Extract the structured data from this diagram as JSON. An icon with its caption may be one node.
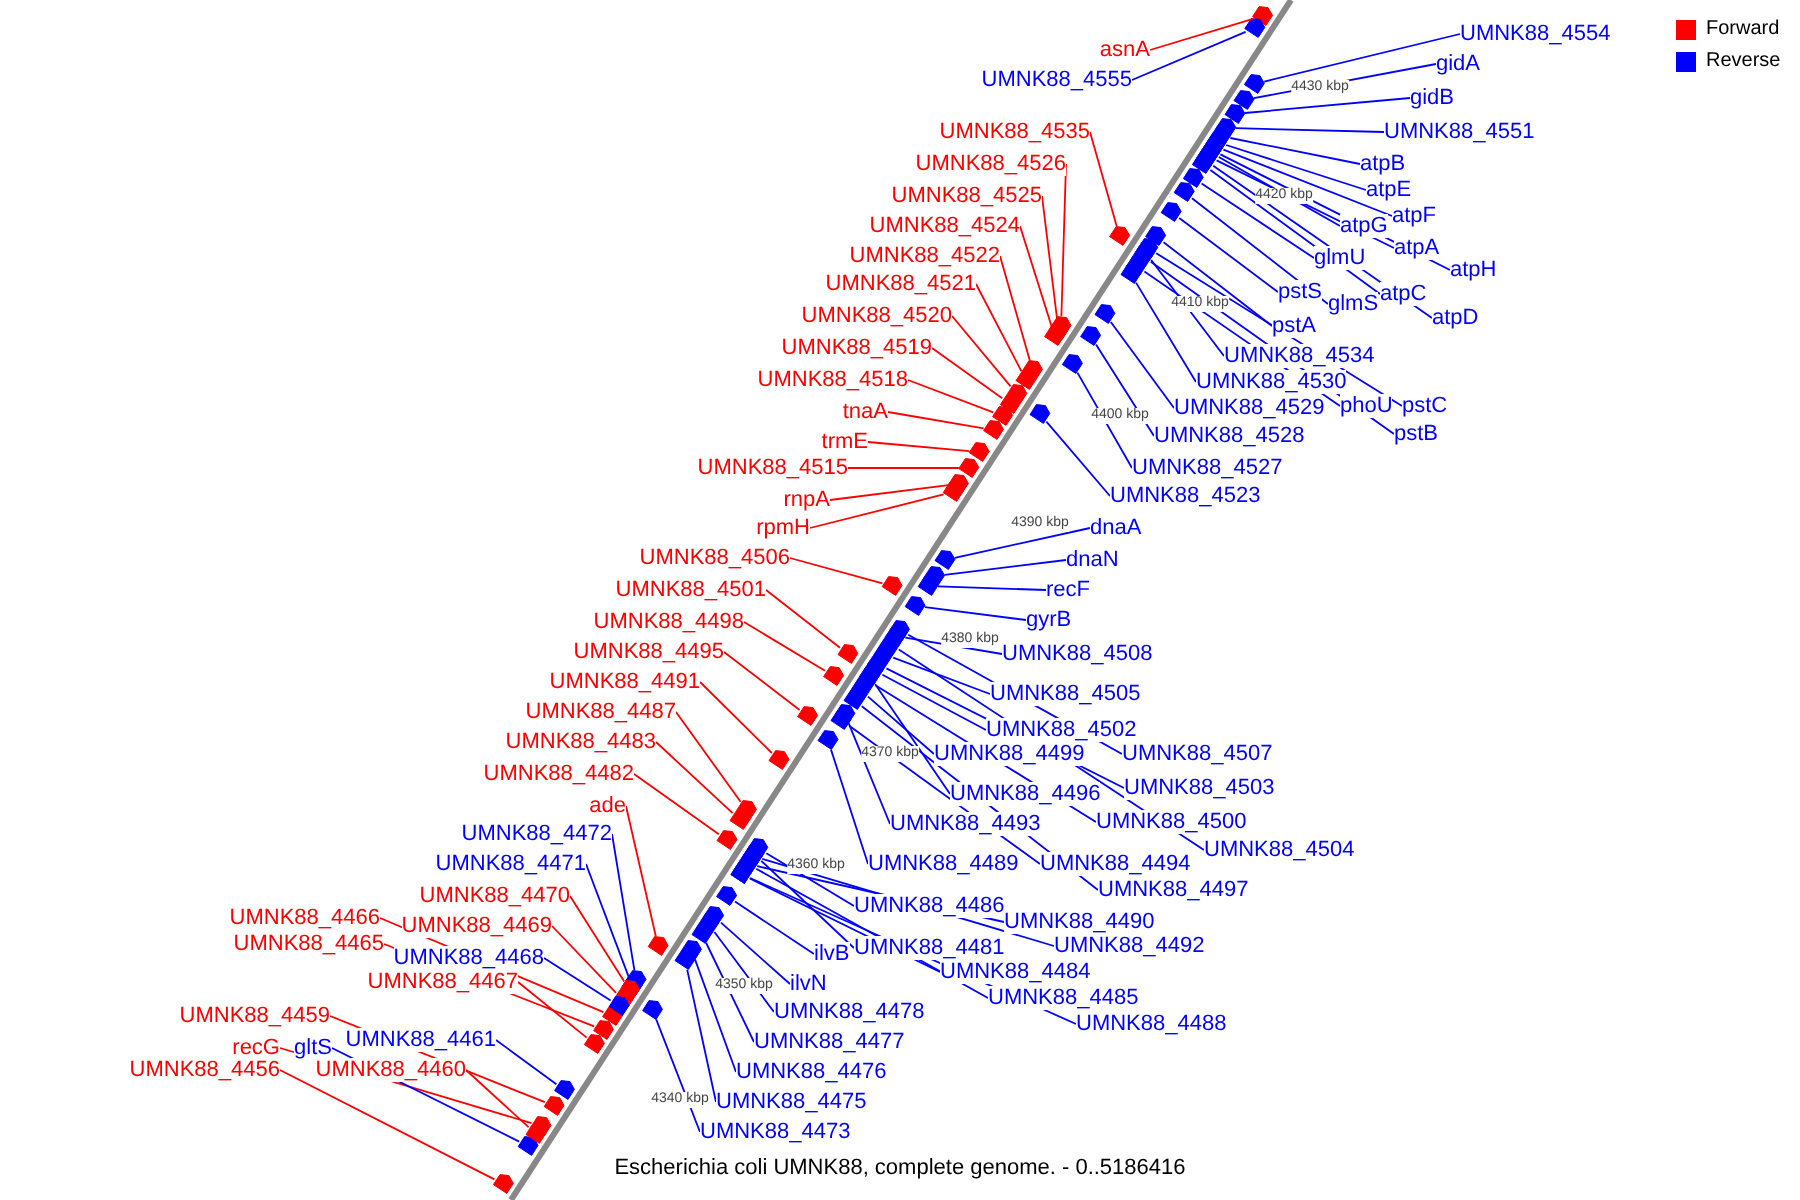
{
  "diagram": {
    "caption": "Escherichia coli UMNK88, complete genome. - 0..5186416",
    "nodes": [
      {
        "text": [
          "asnA"
        ]
      },
      {
        "text": [
          "UMNK88_4554"
        ]
      },
      {
        "text": [
          "gidA"
        ]
      },
      {
        "text": [
          "UMNK88_4555"
        ]
      },
      {
        "text": [
          "gidB"
        ]
      },
      {
        "text": [
          "UMNK88_4551"
        ]
      },
      {
        "text": [
          "UMNK88_4535"
        ]
      },
      {
        "text": [
          "atpB"
        ]
      },
      {
        "text": [
          "UMNK88_4526"
        ]
      },
      {
        "text": [
          "atpE"
        ]
      },
      {
        "text": [
          "atpF"
        ]
      },
      {
        "text": [
          "UMNK88_4525"
        ]
      },
      {
        "text": [
          "atpG"
        ]
      },
      {
        "text": [
          "UMNK88_4524"
        ]
      },
      {
        "text": [
          "atpA"
        ]
      },
      {
        "text": [
          "UMNK88_4522"
        ]
      },
      {
        "text": [
          "glmU"
        ]
      },
      {
        "text": [
          "atpH"
        ]
      },
      {
        "text": [
          "UMNK88_4521"
        ]
      },
      {
        "text": [
          "pstS"
        ]
      },
      {
        "text": [
          "atpC"
        ]
      },
      {
        "text": [
          "glmS"
        ]
      },
      {
        "text": [
          "UMNK88_4520"
        ]
      },
      {
        "text": [
          "atpD"
        ]
      },
      {
        "text": [
          "pstA"
        ]
      },
      {
        "text": [
          "UMNK88_4519"
        ]
      },
      {
        "text": [
          "UMNK88_4534"
        ]
      },
      {
        "text": [
          "UMNK88_4518"
        ]
      },
      {
        "text": [
          "UMNK88_4530"
        ]
      },
      {
        "text": [
          "phoU"
        ]
      },
      {
        "text": [
          "pstC"
        ]
      },
      {
        "text": [
          "UMNK88_4529"
        ]
      },
      {
        "text": [
          "tnaA"
        ]
      },
      {
        "text": [
          "pstB"
        ]
      },
      {
        "text": [
          "UMNK88_4528"
        ]
      },
      {
        "text": [
          "trmE"
        ]
      },
      {
        "text": [
          "UMNK88_4515"
        ]
      },
      {
        "text": [
          "UMNK88_4527"
        ]
      },
      {
        "text": [
          "UMNK88_4523"
        ]
      },
      {
        "text": [
          "rnpA"
        ]
      },
      {
        "text": [
          "rpmH"
        ]
      },
      {
        "text": [
          "dnaA"
        ]
      },
      {
        "text": [
          "UMNK88_4506"
        ]
      },
      {
        "text": [
          "dnaN"
        ]
      },
      {
        "text": [
          "UMNK88_4501"
        ]
      },
      {
        "text": [
          "recF"
        ]
      },
      {
        "text": [
          "gyrB"
        ]
      },
      {
        "text": [
          "UMNK88_4498"
        ]
      },
      {
        "text": [
          "UMNK88_4495"
        ]
      },
      {
        "text": [
          "UMNK88_4508"
        ]
      },
      {
        "text": [
          "UMNK88_4491"
        ]
      },
      {
        "text": [
          "UMNK88_4505"
        ]
      },
      {
        "text": [
          "UMNK88_4487"
        ]
      },
      {
        "text": [
          "UMNK88_4502"
        ]
      },
      {
        "text": [
          "UMNK88_4483"
        ]
      },
      {
        "text": [
          "UMNK88_4499"
        ]
      },
      {
        "text": [
          "UMNK88_4507"
        ]
      },
      {
        "text": [
          "UMNK88_4482"
        ]
      },
      {
        "text": [
          "UMNK88_4503"
        ]
      },
      {
        "text": [
          "UMNK88_4496"
        ]
      },
      {
        "text": [
          "ade"
        ]
      },
      {
        "text": [
          "UMNK88_4500"
        ]
      },
      {
        "text": [
          "UMNK88_4493"
        ]
      },
      {
        "text": [
          "UMNK88_4472"
        ]
      },
      {
        "text": [
          "UMNK88_4504"
        ]
      },
      {
        "text": [
          "UMNK88_4489"
        ]
      },
      {
        "text": [
          "UMNK88_4494"
        ]
      },
      {
        "text": [
          "UMNK88_4471"
        ]
      },
      {
        "text": [
          "UMNK88_4470"
        ]
      },
      {
        "text": [
          "UMNK88_4497"
        ]
      },
      {
        "text": [
          "UMNK88_4466"
        ]
      },
      {
        "text": [
          "UMNK88_4486"
        ]
      },
      {
        "text": [
          "UMNK88_4490"
        ]
      },
      {
        "text": [
          "UMNK88_4469"
        ]
      },
      {
        "text": [
          "UMNK88_4465"
        ]
      },
      {
        "text": [
          "UMNK88_4481"
        ]
      },
      {
        "text": [
          "UMNK88_4492"
        ]
      },
      {
        "text": [
          "ilvB"
        ]
      },
      {
        "text": [
          "UMNK88_4468"
        ]
      },
      {
        "text": [
          "UMNK88_4484"
        ]
      },
      {
        "text": [
          "UMNK88_4467"
        ]
      },
      {
        "text": [
          "ilvN"
        ]
      },
      {
        "text": [
          "UMNK88_4485"
        ]
      },
      {
        "text": [
          "UMNK88_4478"
        ]
      },
      {
        "text": [
          "UMNK88_4459"
        ]
      },
      {
        "text": [
          "UMNK88_4488"
        ]
      },
      {
        "text": [
          "UMNK88_4461"
        ]
      },
      {
        "text": [
          "UMNK88_4477"
        ]
      },
      {
        "text": [
          "recG"
        ]
      },
      {
        "text": [
          "gltS"
        ]
      },
      {
        "text": [
          "UMNK88_4460"
        ]
      },
      {
        "text": [
          "UMNK88_4456"
        ]
      },
      {
        "text": [
          "UMNK88_4476"
        ]
      },
      {
        "text": [
          "UMNK88_4475"
        ]
      },
      {
        "text": [
          "UMNK88_4473"
        ]
      },
      {
        "text": [],
        "shape": "box"
      },
      {
        "text": [],
        "shape": "box"
      },
      {
        "text": [],
        "shape": "box"
      },
      {
        "text": [],
        "shape": "box"
      },
      {
        "text": [],
        "shape": "box"
      },
      {
        "text": [],
        "shape": "box"
      },
      {
        "text": [],
        "shape": "box"
      },
      {
        "text": [],
        "shape": "box"
      },
      {
        "text": [],
        "shape": "box"
      },
      {
        "text": [],
        "shape": "box"
      },
      {
        "text": [],
        "shape": "box"
      },
      {
        "text": [],
        "shape": "box"
      },
      {
        "text": [],
        "shape": "box"
      },
      {
        "text": [],
        "shape": "box"
      },
      {
        "text": [],
        "shape": "box"
      },
      {
        "text": [],
        "shape": "box"
      },
      {
        "text": [],
        "shape": "box"
      },
      {
        "text": [],
        "shape": "box"
      },
      {
        "text": [],
        "shape": "box"
      },
      {
        "text": [],
        "shape": "box"
      },
      {
        "text": [],
        "shape": "box"
      },
      {
        "text": [],
        "shape": "box"
      },
      {
        "text": [],
        "shape": "box"
      },
      {
        "text": [],
        "shape": "box"
      },
      {
        "text": [],
        "shape": "box"
      },
      {
        "text": [],
        "shape": "box"
      },
      {
        "text": [],
        "shape": "box"
      },
      {
        "text": [],
        "shape": "box"
      },
      {
        "text": [],
        "shape": "box"
      },
      {
        "text": [],
        "shape": "box"
      },
      {
        "text": [],
        "shape": "box"
      },
      {
        "text": [],
        "shape": "box"
      },
      {
        "text": [],
        "shape": "box"
      },
      {
        "text": [],
        "shape": "box"
      },
      {
        "text": [],
        "shape": "box"
      },
      {
        "text": [],
        "shape": "box"
      },
      {
        "text": [],
        "shape": "box"
      },
      {
        "text": [],
        "shape": "box"
      },
      {
        "text": [],
        "shape": "box"
      },
      {
        "text": [],
        "shape": "box"
      },
      {
        "text": [],
        "shape": "box"
      },
      {
        "text": [],
        "shape": "box"
      },
      {
        "text": [],
        "shape": "box"
      },
      {
        "text": [],
        "shape": "box"
      },
      {
        "text": [],
        "shape": "box"
      },
      {
        "text": [],
        "shape": "box"
      },
      {
        "text": [],
        "shape": "box"
      },
      {
        "text": [],
        "shape": "box"
      },
      {
        "text": [],
        "shape": "box"
      },
      {
        "text": [],
        "shape": "box"
      },
      {
        "text": [],
        "shape": "box"
      },
      {
        "text": [],
        "shape": "box"
      },
      {
        "text": [],
        "shape": "box"
      },
      {
        "text": [],
        "shape": "box"
      },
      {
        "text": [],
        "shape": "box"
      },
      {
        "text": [],
        "shape": "box"
      },
      {
        "text": [],
        "shape": "box"
      },
      {
        "text": [],
        "shape": "box"
      },
      {
        "text": [],
        "shape": "box"
      },
      {
        "text": [],
        "shape": "box"
      },
      {
        "text": [],
        "shape": "box"
      },
      {
        "text": [],
        "shape": "box"
      },
      {
        "text": [],
        "shape": "box"
      },
      {
        "text": [],
        "shape": "box"
      },
      {
        "text": [],
        "shape": "box"
      },
      {
        "text": [],
        "shape": "box"
      },
      {
        "text": [],
        "shape": "box"
      },
      {
        "text": [],
        "shape": "box"
      },
      {
        "text": [],
        "shape": "box"
      },
      {
        "text": [],
        "shape": "box"
      },
      {
        "text": [],
        "shape": "box"
      },
      {
        "text": [],
        "shape": "box"
      },
      {
        "text": [],
        "shape": "box"
      },
      {
        "text": [],
        "shape": "box"
      },
      {
        "text": [],
        "shape": "box"
      },
      {
        "text": [],
        "shape": "box"
      },
      {
        "text": [],
        "shape": "box"
      },
      {
        "text": [],
        "shape": "box"
      },
      {
        "text": [],
        "shape": "box"
      },
      {
        "text": [],
        "shape": "box"
      },
      {
        "text": [],
        "shape": "box"
      },
      {
        "text": [],
        "shape": "box"
      },
      {
        "text": [],
        "shape": "box"
      },
      {
        "text": [],
        "shape": "box"
      },
      {
        "text": [],
        "shape": "box"
      },
      {
        "text": [],
        "shape": "box"
      },
      {
        "text": [],
        "shape": "box"
      },
      {
        "text": [],
        "shape": "box"
      },
      {
        "text": [],
        "shape": "box"
      },
      {
        "text": [],
        "shape": "box"
      },
      {
        "text": [],
        "shape": "box"
      },
      {
        "text": [],
        "shape": "box"
      },
      {
        "text": [],
        "shape": "box"
      },
      {
        "text": [],
        "shape": "box"
      },
      {
        "text": [],
        "shape": "box"
      }
    ],
    "edges": [
      {
        "from": 0,
        "to": 95,
        "arrow": "none",
        "color": "#ff0000"
      },
      {
        "from": 1,
        "to": 96,
        "arrow": "none"
      },
      {
        "from": 2,
        "to": 97,
        "arrow": "none"
      },
      {
        "from": 3,
        "to": 98,
        "arrow": "none"
      },
      {
        "from": 4,
        "to": 99,
        "arrow": "none"
      },
      {
        "from": 5,
        "to": 100,
        "arrow": "none"
      },
      {
        "from": 6,
        "to": 101,
        "arrow": "none",
        "color": "#ff0000"
      },
      {
        "from": 7,
        "to": 102,
        "arrow": "none"
      },
      {
        "from": 8,
        "to": 103,
        "arrow": "none",
        "color": "#ff0000"
      },
      {
        "from": 9,
        "to": 104,
        "arrow": "none"
      },
      {
        "from": 10,
        "to": 105,
        "arrow": "none"
      },
      {
        "from": 11,
        "to": 106,
        "arrow": "none",
        "color": "#ff0000"
      },
      {
        "from": 12,
        "to": 107,
        "arrow": "none"
      },
      {
        "from": 13,
        "to": 108,
        "arrow": "none",
        "color": "#ff0000"
      },
      {
        "from": 14,
        "to": 109,
        "arrow": "none"
      },
      {
        "from": 15,
        "to": 110,
        "arrow": "none",
        "color": "#ff0000"
      },
      {
        "from": 16,
        "to": 111,
        "arrow": "none"
      },
      {
        "from": 17,
        "to": 112,
        "arrow": "none"
      },
      {
        "from": 18,
        "to": 113,
        "arrow": "none",
        "color": "#ff0000"
      },
      {
        "from": 19,
        "to": 114,
        "arrow": "none"
      },
      {
        "from": 20,
        "to": 115,
        "arrow": "none"
      },
      {
        "from": 21,
        "to": 116,
        "arrow": "none"
      },
      {
        "from": 22,
        "to": 117,
        "arrow": "none",
        "color": "#ff0000"
      },
      {
        "from": 23,
        "to": 118,
        "arrow": "none"
      },
      {
        "from": 24,
        "to": 119,
        "arrow": "none"
      },
      {
        "from": 25,
        "to": 120,
        "arrow": "none",
        "color": "#ff0000"
      },
      {
        "from": 26,
        "to": 121,
        "arrow": "none"
      },
      {
        "from": 27,
        "to": 122,
        "arrow": "none",
        "color": "#ff0000"
      },
      {
        "from": 28,
        "to": 123,
        "arrow": "none"
      },
      {
        "from": 29,
        "to": 124,
        "arrow": "none"
      },
      {
        "from": 30,
        "to": 125,
        "arrow": "none"
      },
      {
        "from": 31,
        "to": 126,
        "arrow": "none"
      },
      {
        "from": 32,
        "to": 127,
        "arrow": "none",
        "color": "#ff0000"
      },
      {
        "from": 33,
        "to": 128,
        "arrow": "none"
      },
      {
        "from": 34,
        "to": 129,
        "arrow": "none"
      },
      {
        "from": 35,
        "to": 130,
        "arrow": "none",
        "color": "#ff0000"
      },
      {
        "from": 36,
        "to": 131,
        "arrow": "none",
        "color": "#ff0000"
      },
      {
        "from": 37,
        "to": 132,
        "arrow": "none"
      },
      {
        "from": 38,
        "to": 133,
        "arrow": "none"
      },
      {
        "from": 39,
        "to": 134,
        "arrow": "none",
        "color": "#ff0000"
      },
      {
        "from": 40,
        "to": 135,
        "arrow": "none",
        "color": "#ff0000"
      },
      {
        "from": 41,
        "to": 136,
        "arrow": "none"
      },
      {
        "from": 42,
        "to": 137,
        "arrow": "none",
        "color": "#ff0000"
      },
      {
        "from": 43,
        "to": 138,
        "arrow": "none"
      },
      {
        "from": 44,
        "to": 139,
        "arrow": "none",
        "color": "#ff0000"
      },
      {
        "from": 45,
        "to": 140,
        "arrow": "none"
      },
      {
        "from": 46,
        "to": 141,
        "arrow": "none"
      },
      {
        "from": 47,
        "to": 142,
        "arrow": "none",
        "color": "#ff0000"
      },
      {
        "from": 48,
        "to": 143,
        "arrow": "none",
        "color": "#ff0000"
      },
      {
        "from": 49,
        "to": 144,
        "arrow": "none"
      },
      {
        "from": 50,
        "to": 145,
        "arrow": "none",
        "color": "#ff0000"
      },
      {
        "from": 51,
        "to": 146,
        "arrow": "none"
      },
      {
        "from": 52,
        "to": 147,
        "arrow": "none",
        "color": "#ff0000"
      },
      {
        "from": 53,
        "to": 148,
        "arrow": "none"
      },
      {
        "from": 54,
        "to": 149,
        "arrow": "none",
        "color": "#ff0000"
      },
      {
        "from": 55,
        "to": 150,
        "arrow": "none"
      },
      {
        "from": 56,
        "to": 151,
        "arrow": "none"
      },
      {
        "from": 57,
        "to": 152,
        "arrow": "none",
        "color": "#ff0000"
      },
      {
        "from": 58,
        "to": 153,
        "arrow": "none"
      },
      {
        "from": 59,
        "to": 154,
        "arrow": "none"
      },
      {
        "from": 60,
        "to": 155,
        "arrow": "none",
        "color": "#ff0000"
      },
      {
        "from": 61,
        "to": 156,
        "arrow": "none"
      },
      {
        "from": 62,
        "to": 157,
        "arrow": "none"
      },
      {
        "from": 63,
        "to": 158,
        "arrow": "none"
      },
      {
        "from": 64,
        "to": 159,
        "arrow": "none"
      },
      {
        "from": 65,
        "to": 160,
        "arrow": "none"
      },
      {
        "from": 66,
        "to": 161,
        "arrow": "none"
      },
      {
        "from": 67,
        "to": 162,
        "arrow": "none"
      },
      {
        "from": 68,
        "to": 163,
        "arrow": "none",
        "color": "#ff0000"
      },
      {
        "from": 69,
        "to": 164,
        "arrow": "none"
      },
      {
        "from": 70,
        "to": 165,
        "arrow": "none",
        "color": "#ff0000"
      },
      {
        "from": 71,
        "to": 166,
        "arrow": "none"
      },
      {
        "from": 72,
        "to": 167,
        "arrow": "none"
      },
      {
        "from": 73,
        "to": 168,
        "arrow": "none",
        "color": "#ff0000"
      },
      {
        "from": 74,
        "to": 169,
        "arrow": "none",
        "color": "#ff0000"
      },
      {
        "from": 75,
        "to": 170,
        "arrow": "none"
      },
      {
        "from": 76,
        "to": 171,
        "arrow": "none"
      },
      {
        "from": 77,
        "to": 172,
        "arrow": "none"
      },
      {
        "from": 78,
        "to": 173,
        "arrow": "none"
      },
      {
        "from": 79,
        "to": 174,
        "arrow": "none"
      },
      {
        "from": 80,
        "to": 175,
        "arrow": "none",
        "color": "#ff0000"
      },
      {
        "from": 81,
        "to": 176,
        "arrow": "none"
      },
      {
        "from": 82,
        "to": 177,
        "arrow": "none"
      },
      {
        "from": 83,
        "to": 178,
        "arrow": "none"
      },
      {
        "from": 84,
        "to": 179,
        "arrow": "none",
        "color": "#ff0000"
      },
      {
        "from": 85,
        "to": 180,
        "arrow": "none"
      },
      {
        "from": 86,
        "to": 181,
        "arrow": "none"
      },
      {
        "from": 87,
        "to": 182,
        "arrow": "none"
      },
      {
        "from": 88,
        "to": 183,
        "arrow": "none",
        "color": "#ff0000"
      },
      {
        "from": 89,
        "to": 184,
        "arrow": "none"
      },
      {
        "from": 90,
        "to": 185,
        "arrow": "none",
        "color": "#ff0000"
      },
      {
        "from": 91,
        "to": 186,
        "arrow": "none",
        "color": "#ff0000"
      },
      {
        "from": 92,
        "to": 187,
        "arrow": "none"
      },
      {
        "from": 93,
        "to": 188,
        "arrow": "none"
      },
      {
        "from": 94,
        "to": 189,
        "arrow": "none"
      }
    ],
    "labels": [
      "4430 kbp",
      "4420 kbp",
      "4410 kbp",
      "4400 kbp",
      "4390 kbp",
      "4380 kbp",
      "4370 kbp",
      "4360 kbp",
      "4350 kbp",
      "4340 kbp"
    ],
    "legend": [
      {
        "text": "Forward",
        "color": "#ff0000"
      },
      {
        "text": "Reverse",
        "color": "#0000ff"
      }
    ]
  }
}
